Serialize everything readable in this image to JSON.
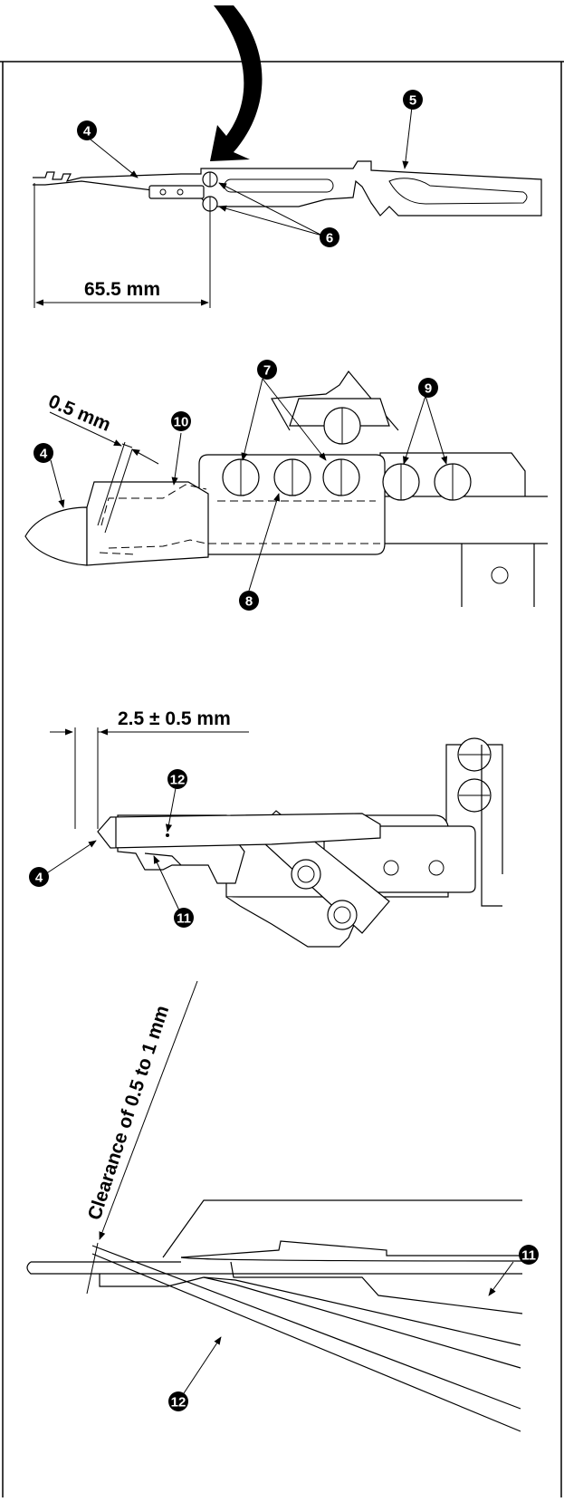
{
  "figure1": {
    "dimension_label": "65.5 mm",
    "callouts": {
      "needle_clamp_top": "4",
      "upper_plate": "5",
      "screws": "6"
    }
  },
  "figure2": {
    "dimension_label": "0.5 mm",
    "callouts": {
      "blade_tip": "4",
      "guard": "10",
      "screws_pair": "7",
      "screws_right": "9",
      "screw_bottom": "8"
    }
  },
  "figure3": {
    "dimension_label": "2.5 ± 0.5 mm",
    "callouts": {
      "plate": "12",
      "tip": "4",
      "lower": "11"
    }
  },
  "figure4": {
    "clearance_label": "Clearance of 0.5 to 1 mm",
    "callouts": {
      "upper_blade": "11",
      "lower_blade": "12"
    }
  }
}
